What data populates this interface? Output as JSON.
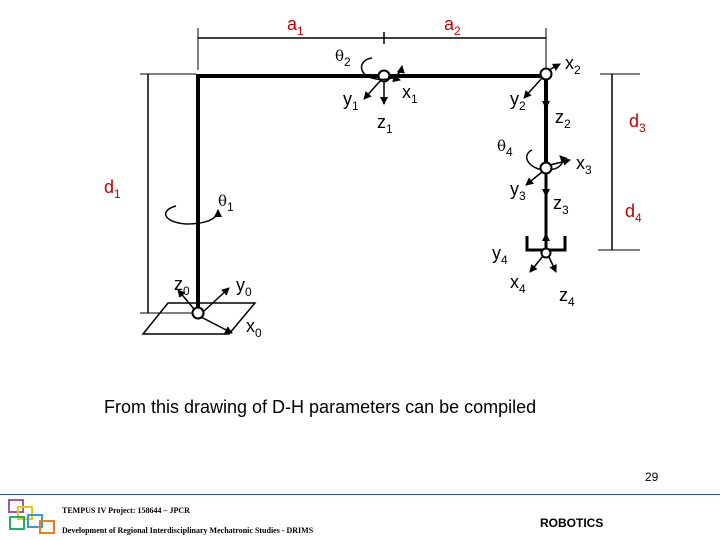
{
  "labels": {
    "a1": {
      "main": "a",
      "sub": "1"
    },
    "a2": {
      "main": "a",
      "sub": "2"
    },
    "theta2": {
      "main": "θ",
      "sub": "2"
    },
    "x2": {
      "main": "x",
      "sub": "2"
    },
    "y1": {
      "main": "y",
      "sub": "1"
    },
    "x1": {
      "main": "x",
      "sub": "1"
    },
    "z1": {
      "main": "z",
      "sub": "1"
    },
    "y2": {
      "main": "y",
      "sub": "2"
    },
    "z2": {
      "main": "z",
      "sub": "2"
    },
    "d3": {
      "main": "d",
      "sub": "3"
    },
    "theta4": {
      "main": "θ",
      "sub": "4"
    },
    "x3": {
      "main": "x",
      "sub": "3"
    },
    "d1": {
      "main": "d",
      "sub": "1"
    },
    "theta1": {
      "main": "θ",
      "sub": "1"
    },
    "y3": {
      "main": "y",
      "sub": "3"
    },
    "z3": {
      "main": "z",
      "sub": "3"
    },
    "d4": {
      "main": "d",
      "sub": "4"
    },
    "y4": {
      "main": "y",
      "sub": "4"
    },
    "z0": {
      "main": "z",
      "sub": "0"
    },
    "y0": {
      "main": "y",
      "sub": "0"
    },
    "x4": {
      "main": "x",
      "sub": "4"
    },
    "z4": {
      "main": "z",
      "sub": "4"
    },
    "x0": {
      "main": "x",
      "sub": "0"
    }
  },
  "caption": "From this drawing of D-H parameters can be compiled",
  "page_number": "29",
  "footer": {
    "line1": "TEMPUS IV Project: 158644 – JPCR",
    "line2": "Development of Regional Interdisciplinary Mechatronic Studies - DRIMS",
    "brand": "ROBOTICS"
  },
  "colors": {
    "dimension_labels": "#c00000",
    "footer_rule": "#2f5496"
  }
}
